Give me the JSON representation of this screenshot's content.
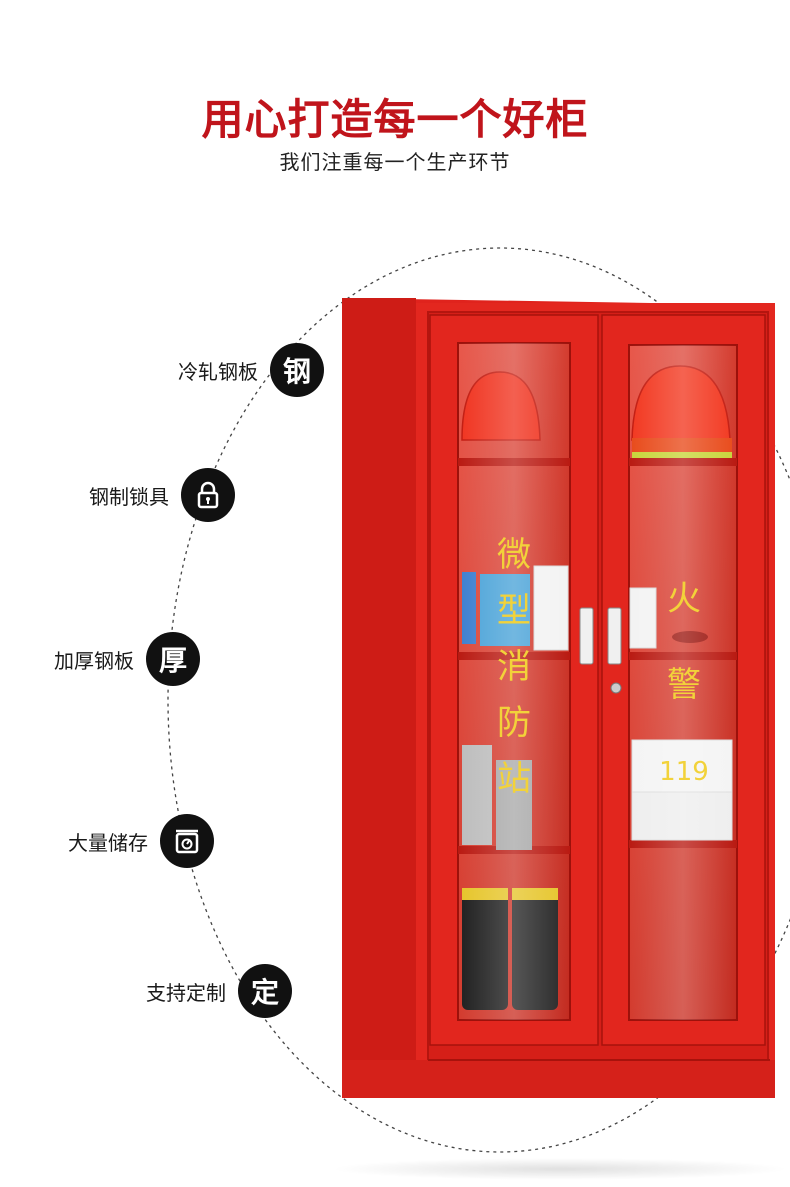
{
  "header": {
    "title": "用心打造每一个好柜",
    "subtitle": "我们注重每一个生产环节"
  },
  "features": [
    {
      "label": "冷轧钢板",
      "badge": "钢",
      "icon": "steel-glyph"
    },
    {
      "label": "钢制锁具",
      "badge": "",
      "icon": "lock-icon"
    },
    {
      "label": "加厚钢板",
      "badge": "厚",
      "icon": "thick-glyph"
    },
    {
      "label": "大量储存",
      "badge": "",
      "icon": "scale-icon"
    },
    {
      "label": "支持定制",
      "badge": "定",
      "icon": "custom-glyph"
    }
  ],
  "cabinet": {
    "left_door_text": [
      "微",
      "型",
      "消",
      "防",
      "站"
    ],
    "right_door_text": [
      "火",
      "警"
    ],
    "emergency_number": "119",
    "colors": {
      "body": "#e0231d",
      "dark": "#b5150f",
      "glass": "#d94a3b",
      "text": "#f2d23a"
    }
  },
  "colors": {
    "title": "#c0141b",
    "badge": "#111111"
  }
}
